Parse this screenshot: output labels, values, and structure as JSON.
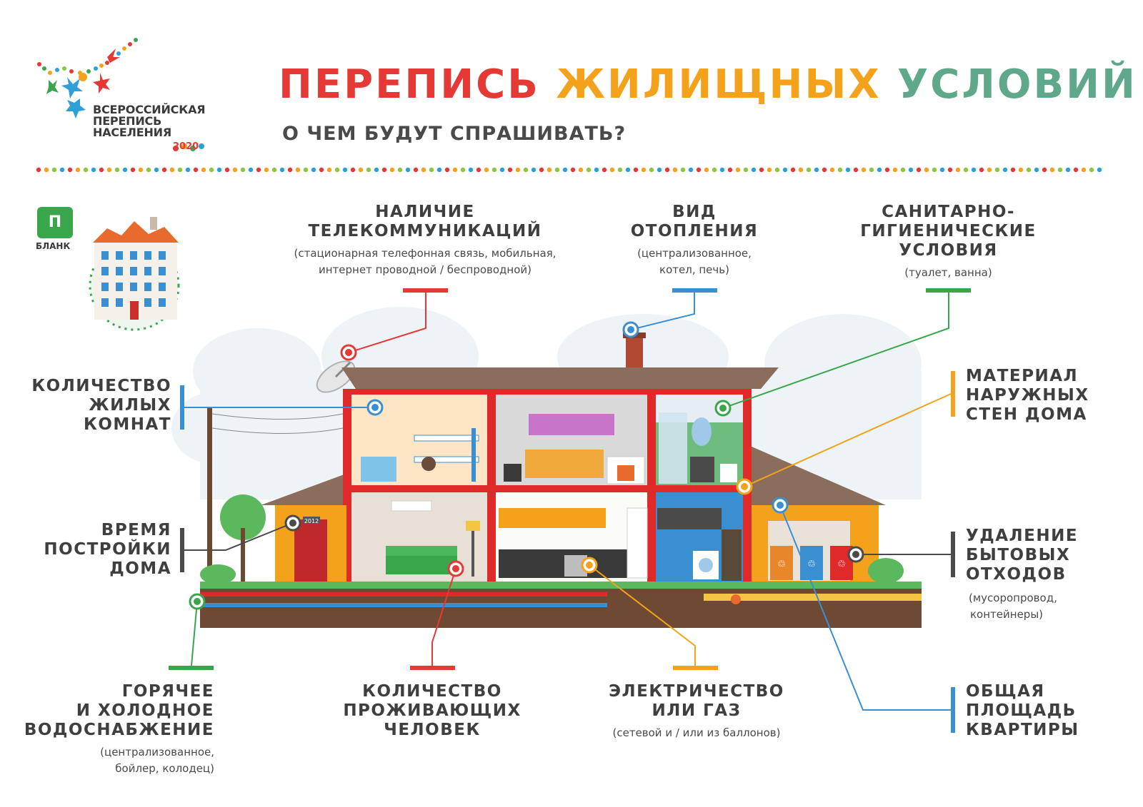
{
  "logo": {
    "line1": "ВСЕРОССИЙСКАЯ",
    "line2": "ПЕРЕПИСЬ",
    "line3": "НАСЕЛЕНИЯ",
    "year": "2020"
  },
  "title": {
    "word1": "ПЕРЕПИСЬ",
    "word2": "ЖИЛИЩНЫХ",
    "word3": "УСЛОВИЙ",
    "colors": [
      "#e53935",
      "#f4a21c",
      "#8cc63f",
      "#2f9fd8"
    ]
  },
  "subtitle": "О ЧЕМ БУДУТ СПРАШИВАТЬ?",
  "form": {
    "badge": "П",
    "label": "БЛАНК"
  },
  "door_sign": "2012",
  "bin_label": "♲",
  "topics": {
    "telecom": {
      "title1": "НАЛИЧИЕ",
      "title2": "ТЕЛЕКОММУНИКАЦИЙ",
      "note1": "(стационарная телефонная связь, мобильная,",
      "note2": "интернет проводной / беспроводной)",
      "color": "#e53935"
    },
    "heating": {
      "title1": "ВИД",
      "title2": "ОТОПЛЕНИЯ",
      "note1": "(централизованное,",
      "note2": "котел, печь)",
      "color": "#3a8fd0"
    },
    "sanitary": {
      "title1": "САНИТАРНО-",
      "title2": "ГИГИЕНИЧЕСКИЕ",
      "title3": "УСЛОВИЯ",
      "note1": "(туалет, ванна)",
      "color": "#3aa64b"
    },
    "rooms": {
      "title1": "КОЛИЧЕСТВО",
      "title2": "ЖИЛЫХ",
      "title3": "КОМНАТ",
      "color": "#3a8fd0"
    },
    "walls": {
      "title1": "МАТЕРИАЛ",
      "title2": "НАРУЖНЫХ",
      "title3": "СТЕН ДОМА",
      "color": "#f4a21c"
    },
    "built": {
      "title1": "ВРЕМЯ",
      "title2": "ПОСТРОЙКИ",
      "title3": "ДОМА",
      "color": "#4a4a4a"
    },
    "waste": {
      "title1": "УДАЛЕНИЕ",
      "title2": "БЫТОВЫХ",
      "title3": "ОТХОДОВ",
      "note1": "(мусоропровод,",
      "note2": "контейнеры)",
      "color": "#4a4a4a"
    },
    "water": {
      "title1": "ГОРЯЧЕЕ",
      "title2": "И ХОЛОДНОЕ",
      "title3": "ВОДОСНАБЖЕНИЕ",
      "note1": "(централизованное,",
      "note2": "бойлер, колодец)",
      "color": "#3aa64b"
    },
    "residents": {
      "title1": "КОЛИЧЕСТВО",
      "title2": "ПРОЖИВАЮЩИХ",
      "title3": "ЧЕЛОВЕК",
      "color": "#e53935"
    },
    "energy": {
      "title1": "ЭЛЕКТРИЧЕСТВО",
      "title2": "ИЛИ ГАЗ",
      "note1": "(сетевой и / или из баллонов)",
      "color": "#f4a21c"
    },
    "area": {
      "title1": "ОБЩАЯ",
      "title2": "ПЛОЩАДЬ",
      "title3": "КВАРТИРЫ",
      "color": "#3a8fd0"
    }
  }
}
